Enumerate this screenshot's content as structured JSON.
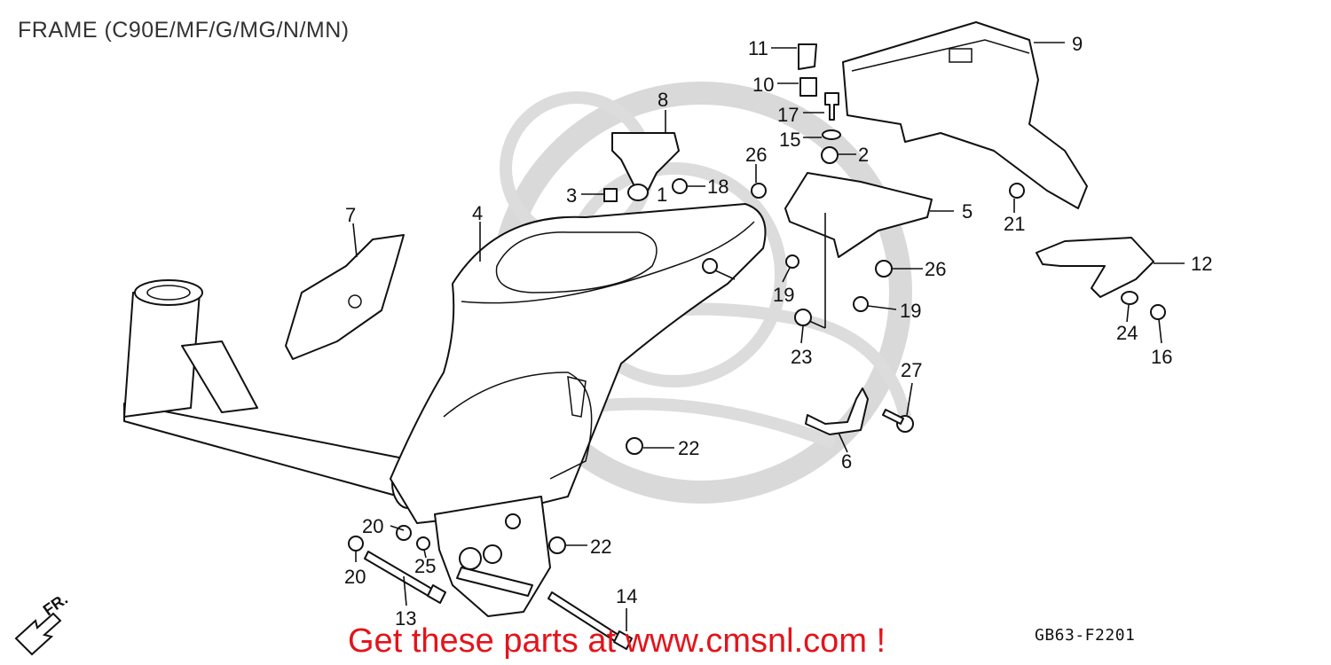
{
  "title": "FRAME (C90E/MF/G/MG/N/MN)",
  "promo": "Get these parts at www.cmsnl.com !",
  "diagram_code": "GB63-F2201",
  "direction_label": "FR.",
  "callouts": {
    "c1": "1",
    "c2": "2",
    "c3": "3",
    "c4": "4",
    "c5": "5",
    "c6": "6",
    "c7": "7",
    "c8": "8",
    "c9": "9",
    "c10": "10",
    "c11": "11",
    "c12": "12",
    "c13": "13",
    "c14": "14",
    "c15": "15",
    "c16": "16",
    "c17": "17",
    "c18": "18",
    "c19a": "19",
    "c19b": "19",
    "c20a": "20",
    "c20b": "20",
    "c21": "21",
    "c22a": "22",
    "c22b": "22",
    "c23": "23",
    "c24": "24",
    "c25": "25",
    "c26a": "26",
    "c26b": "26",
    "c27": "27"
  }
}
